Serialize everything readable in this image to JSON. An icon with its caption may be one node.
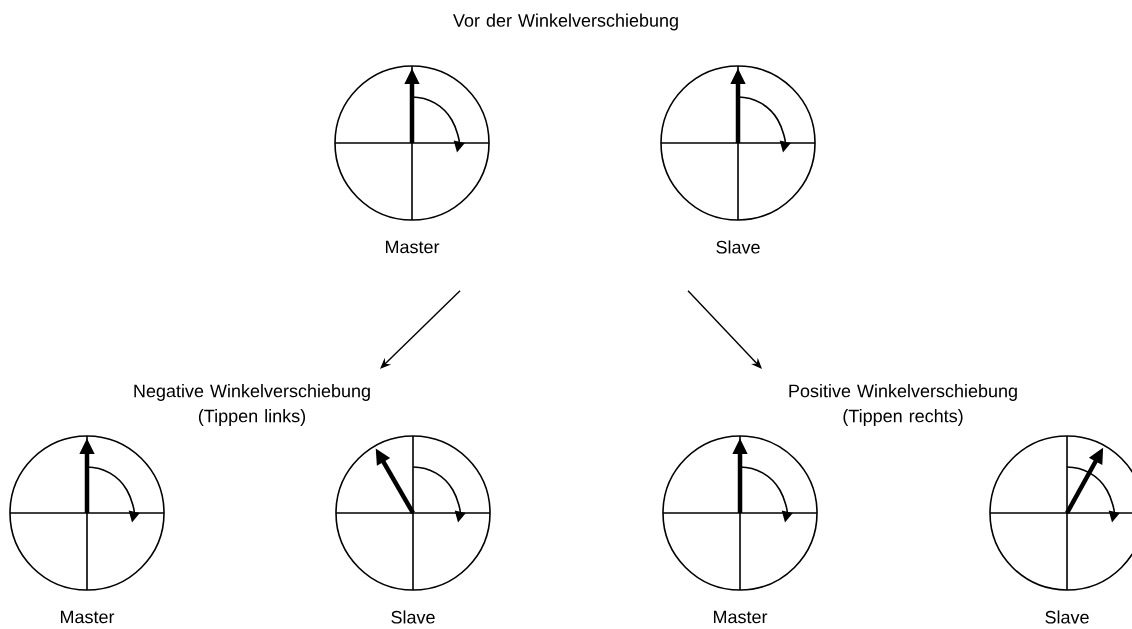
{
  "diagram": {
    "nodes": [
      {
        "text": [
          "Vor der Winkelverschiebung"
        ]
      },
      {
        "text": [],
        "shape": "circle",
        "beside": [
          "Master"
        ]
      },
      {
        "text": [],
        "shape": "circle",
        "beside": [
          "Slave"
        ]
      },
      {
        "text": [
          "Negative Winkelverschiebung (Tippen links)"
        ]
      },
      {
        "text": [],
        "shape": "circle",
        "beside": [
          "Master"
        ]
      },
      {
        "text": [],
        "shape": "circle",
        "beside": [
          "Slave"
        ]
      },
      {
        "text": [
          "Positive Winkelverschiebung (Tippen rechts)"
        ]
      },
      {
        "text": [],
        "shape": "circle",
        "beside": [
          "Master"
        ]
      },
      {
        "text": [],
        "shape": "circle",
        "beside": [
          "Slave"
        ]
      }
    ],
    "edges": [
      {
        "from": 1,
        "to": 3,
        "arrow": "to"
      },
      {
        "from": 2,
        "to": 6,
        "arrow": "to"
      }
    ]
  }
}
